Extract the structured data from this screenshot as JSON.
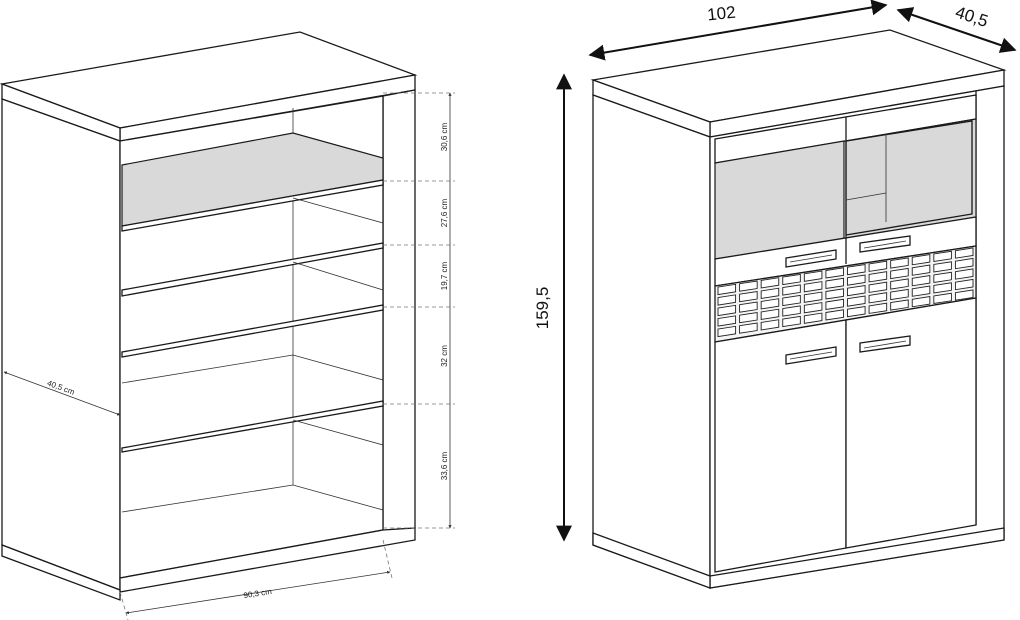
{
  "left_view": {
    "shelf_heights": [
      "30,6 cm",
      "27,6 cm",
      "19,7 cm",
      "32 cm",
      "33,6 cm"
    ],
    "depth_label": "40,5 cm",
    "width_label": "90,3 cm"
  },
  "right_view": {
    "width_label": "102",
    "depth_label": "40,5",
    "height_label": "159,5"
  }
}
